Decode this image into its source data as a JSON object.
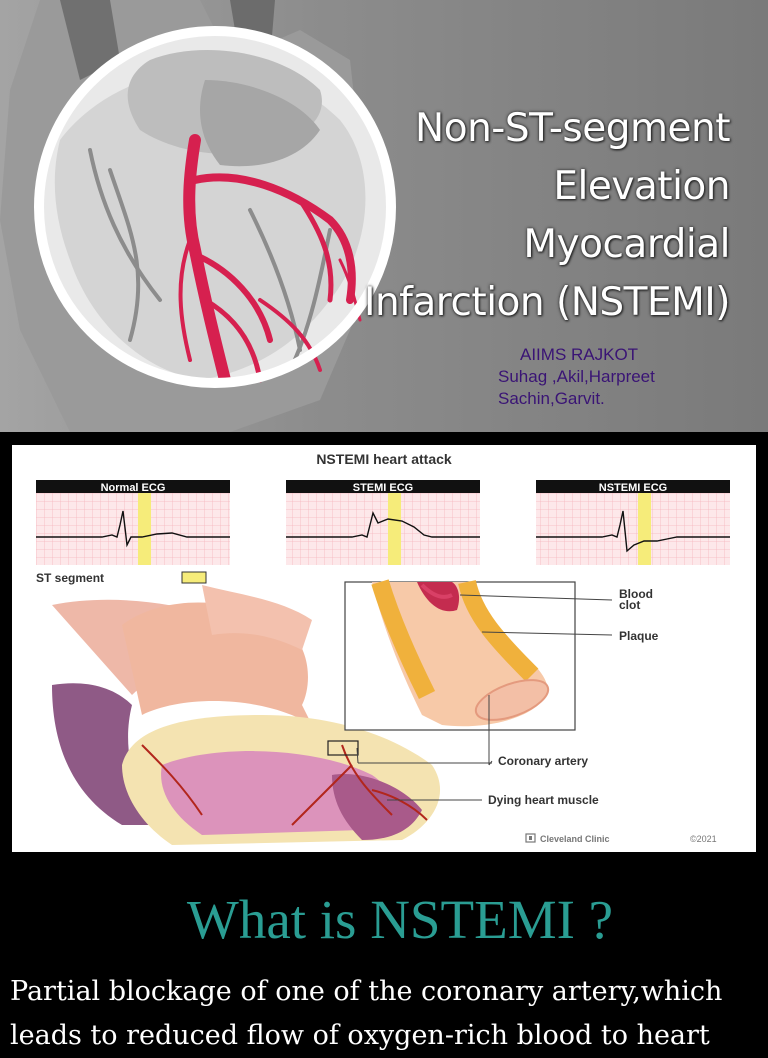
{
  "title_slide": {
    "title_lines": [
      "Non-ST-segment",
      "Elevation",
      "Myocardial",
      "Infarction (NSTEMI)"
    ],
    "authors": {
      "org": "AIIMS RAJKOT",
      "line1": "Suhag ,Akil,Harpreet",
      "line2": "Sachin,Garvit."
    }
  },
  "infographic": {
    "title": "NSTEMI heart attack",
    "ecg_panels": [
      {
        "label": "Normal ECG"
      },
      {
        "label": "STEMI ECG"
      },
      {
        "label": "NSTEMI ECG"
      }
    ],
    "legend_label": "ST segment",
    "labels": {
      "blood_clot_line1": "Blood",
      "blood_clot_line2": "clot",
      "plaque": "Plaque",
      "coronary_artery": "Coronary artery",
      "dying_muscle": "Dying heart muscle"
    },
    "credit": {
      "brand": "Cleveland Clinic",
      "year": "©2021"
    }
  },
  "section": {
    "heading": "What is NSTEMI ?",
    "body": "Partial blockage of one of the coronary artery,which leads to reduced flow of oxygen-rich blood to heart"
  },
  "colors": {
    "heading_teal": "#2a9d93",
    "artery_red": "#d6204f",
    "authors_purple": "#3a1475",
    "st_yellow": "#f6ec7a",
    "ecg_grid_pink": "#f5b6bd"
  }
}
